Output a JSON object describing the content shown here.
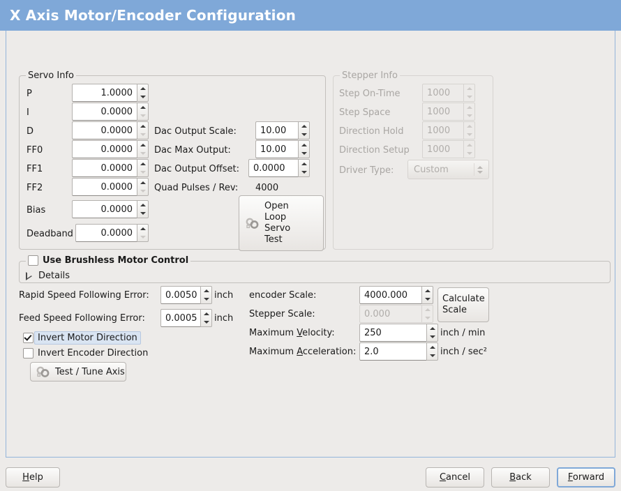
{
  "window": {
    "title": "X Axis Motor/Encoder Configuration",
    "title_bar_color": "#7fa8d8",
    "background_color": "#edebe9"
  },
  "servo_info": {
    "frame_title": "Servo Info",
    "enabled": true,
    "rows": [
      {
        "label": "P",
        "value": "1.0000",
        "up_enabled": true,
        "down_enabled": true
      },
      {
        "label": "I",
        "value": "0.0000",
        "up_enabled": true,
        "down_enabled": false
      },
      {
        "label": "D",
        "value": "0.0000",
        "up_enabled": true,
        "down_enabled": false
      },
      {
        "label": "FF0",
        "value": "0.0000",
        "up_enabled": true,
        "down_enabled": false
      },
      {
        "label": "FF1",
        "value": "0.0000",
        "up_enabled": true,
        "down_enabled": false
      },
      {
        "label": "FF2",
        "value": "0.0000",
        "up_enabled": true,
        "down_enabled": false
      },
      {
        "label": "Bias",
        "value": "0.0000",
        "up_enabled": true,
        "down_enabled": true
      },
      {
        "label": "Deadband",
        "value": "0.0000",
        "up_enabled": true,
        "down_enabled": false
      }
    ],
    "dac": [
      {
        "label": "Dac Output Scale:",
        "value": "10.00"
      },
      {
        "label": "Dac Max Output:",
        "value": "10.00"
      },
      {
        "label": "Dac Output Offset:",
        "value": "0.0000"
      }
    ],
    "quad_pulses_label": "Quad Pulses / Rev:",
    "quad_pulses_value": "4000",
    "open_loop_button": {
      "line1": "Open",
      "line2": "Loop",
      "line3": "Servo",
      "line4": "Test",
      "icon": "gears-icon"
    }
  },
  "stepper_info": {
    "frame_title": "Stepper Info",
    "enabled": false,
    "rows": [
      {
        "label": "Step On-Time",
        "value": "1000"
      },
      {
        "label": "Step Space",
        "value": "1000"
      },
      {
        "label": "Direction Hold",
        "value": "1000"
      },
      {
        "label": "Direction Setup",
        "value": "1000"
      }
    ],
    "driver_type_label": "Driver Type:",
    "driver_type_value": "Custom"
  },
  "brushless": {
    "checkbox_label": "Use Brushless Motor Control",
    "checked": false,
    "details_label": "Details",
    "details_expanded": false
  },
  "following_errors": [
    {
      "label": "Rapid Speed Following Error:",
      "value": "0.0050",
      "unit": "inch"
    },
    {
      "label": "Feed Speed Following Error:",
      "value": "0.0005",
      "unit": "inch"
    }
  ],
  "invert": [
    {
      "label": "Invert Motor Direction",
      "checked": true,
      "focused": true
    },
    {
      "label": "Invert Encoder Direction",
      "checked": false,
      "focused": false
    }
  ],
  "test_tune_button": {
    "label": "Test / Tune Axis",
    "icon": "gears-icon"
  },
  "scale_section": {
    "encoder_scale": {
      "label": "encoder Scale:",
      "value": "4000.000",
      "enabled": true
    },
    "stepper_scale": {
      "label": "Stepper Scale:",
      "value": "0.000",
      "enabled": false
    },
    "max_velocity": {
      "label": "Maximum Velocity:",
      "value": "250",
      "unit": "inch / min",
      "mnemonic": "V"
    },
    "max_acceleration": {
      "label": "Maximum Acceleration:",
      "value": "2.0",
      "unit": "inch / sec²",
      "mnemonic": "A"
    },
    "calculate_button": {
      "line1": "Calculate",
      "line2": "Scale"
    }
  },
  "footer": {
    "help": {
      "label": "Help",
      "mnemonic": "H",
      "focused": false
    },
    "cancel": {
      "label": "Cancel",
      "mnemonic": "C",
      "focused": false
    },
    "back": {
      "label": "Back",
      "mnemonic": "B",
      "focused": false
    },
    "forward": {
      "label": "Forward",
      "mnemonic": "F",
      "focused": true
    }
  }
}
